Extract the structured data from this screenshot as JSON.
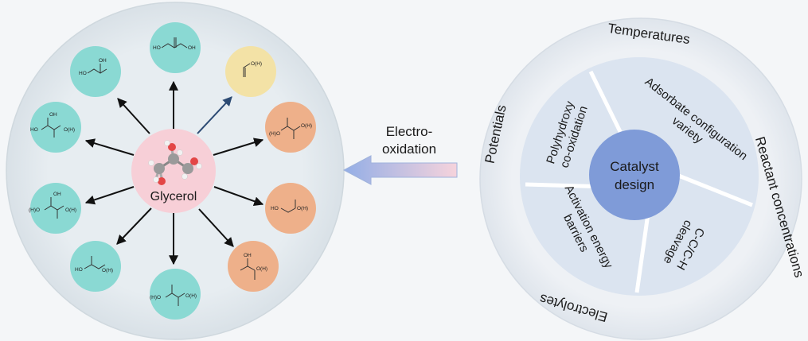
{
  "colors": {
    "background": "#f4f6f8",
    "disc": "#e6ecf0",
    "center": "#f7cfd7",
    "teal": "#8ad9d3",
    "yellow": "#f3e2a6",
    "orange": "#eeb08a",
    "arrow_dark": "#111111",
    "arrow_blue": "#2c4a73",
    "inner_ring": "#dbe4f0",
    "core": "#7f9bd8",
    "big_arrow": "#a8bce6"
  },
  "glycerol": {
    "label": "Glycerol"
  },
  "process": {
    "line1": "Electro-",
    "line2": "oxidation"
  },
  "products": [
    {
      "id": "dha",
      "color": "teal",
      "labels": [
        "HO",
        "OH"
      ]
    },
    {
      "id": "formic",
      "color": "yellow",
      "labels": [
        "O(H)"
      ]
    },
    {
      "id": "oxalic",
      "color": "orange",
      "labels": [
        "(H)O",
        "O(H)"
      ]
    },
    {
      "id": "glycolic",
      "color": "orange",
      "labels": [
        "HO",
        "O(H)"
      ]
    },
    {
      "id": "lactic",
      "color": "orange",
      "labels": [
        "OH",
        "O(H)"
      ]
    },
    {
      "id": "mesoxalic",
      "color": "teal",
      "labels": [
        "(H)O",
        "O(H)"
      ]
    },
    {
      "id": "hydroxypyruvic",
      "color": "teal",
      "labels": [
        "HO",
        "O(H)"
      ]
    },
    {
      "id": "tartronic",
      "color": "teal",
      "labels": [
        "(H)O",
        "OH",
        "O(H)"
      ]
    },
    {
      "id": "glyceric",
      "color": "teal",
      "labels": [
        "HO",
        "OH",
        "O(H)"
      ]
    },
    {
      "id": "glyceraldehyde",
      "color": "teal",
      "labels": [
        "HO",
        "OH"
      ]
    }
  ],
  "catalyst": {
    "core_line1": "Catalyst",
    "core_line2": "design",
    "inner": {
      "poly_line1": "Polyhydroxy",
      "poly_line2": "co-oxidation",
      "adsorbate_line1": "Adsorbate configuration",
      "adsorbate_line2": "variety",
      "cleavage_line1": "C-C/C-H",
      "cleavage_line2": "cleavage",
      "activation_line1": "Activation energy",
      "activation_line2": "barriers"
    },
    "outer": {
      "temperatures": "Temperatures",
      "reactant": "Reactant concentrations",
      "electrolytes": "Electrolytes",
      "potentials": "Potentials"
    }
  }
}
